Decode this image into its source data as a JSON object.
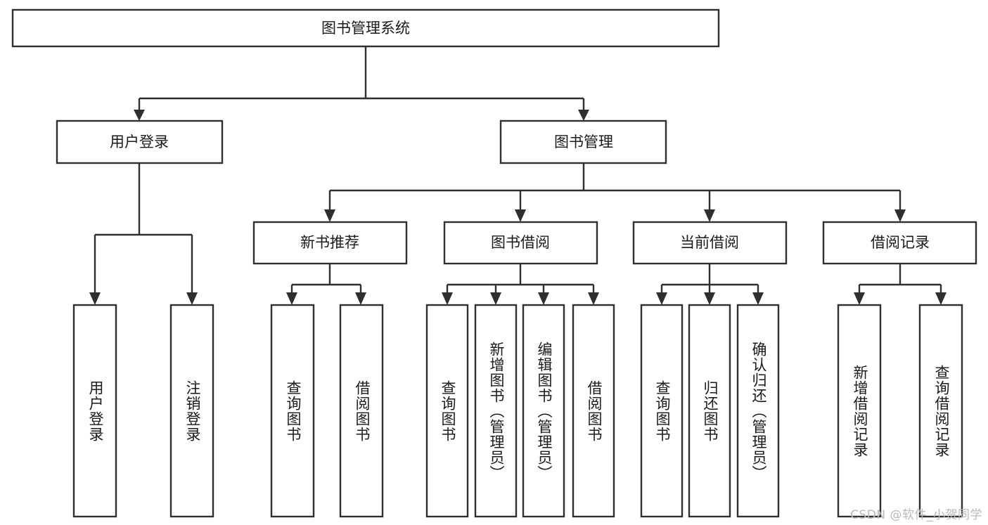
{
  "diagram": {
    "type": "tree-hierarchy",
    "title": "图书管理系统",
    "orientation": "top-down",
    "colors": {
      "box_stroke": "#2f2f2f",
      "box_fill": "#ffffff",
      "text": "#1a1a1a",
      "background": "#ffffff",
      "watermark": "#b9b9b9"
    },
    "root": {
      "label": "图书管理系统"
    },
    "level2": [
      {
        "label": "用户登录"
      },
      {
        "label": "图书管理"
      }
    ],
    "level3": [
      {
        "label": "新书推荐"
      },
      {
        "label": "图书借阅"
      },
      {
        "label": "当前借阅"
      },
      {
        "label": "借阅记录"
      }
    ],
    "leaves_user_login": [
      {
        "label": "用户登录"
      },
      {
        "label": "注销登录"
      }
    ],
    "leaves_new_book": [
      {
        "label": "查询图书"
      },
      {
        "label": "借阅图书"
      }
    ],
    "leaves_borrow": [
      {
        "label": "查询图书"
      },
      {
        "label": "新增图书（管理员）"
      },
      {
        "label": "编辑图书（管理员）"
      },
      {
        "label": "借阅图书"
      }
    ],
    "leaves_current": [
      {
        "label": "查询图书"
      },
      {
        "label": "归还图书"
      },
      {
        "label": "确认归还（管理员）"
      }
    ],
    "leaves_record": [
      {
        "label": "新增借阅记录"
      },
      {
        "label": "查询借阅记录"
      }
    ]
  },
  "watermark": {
    "text": "CSDN @软件_小贺同学"
  }
}
